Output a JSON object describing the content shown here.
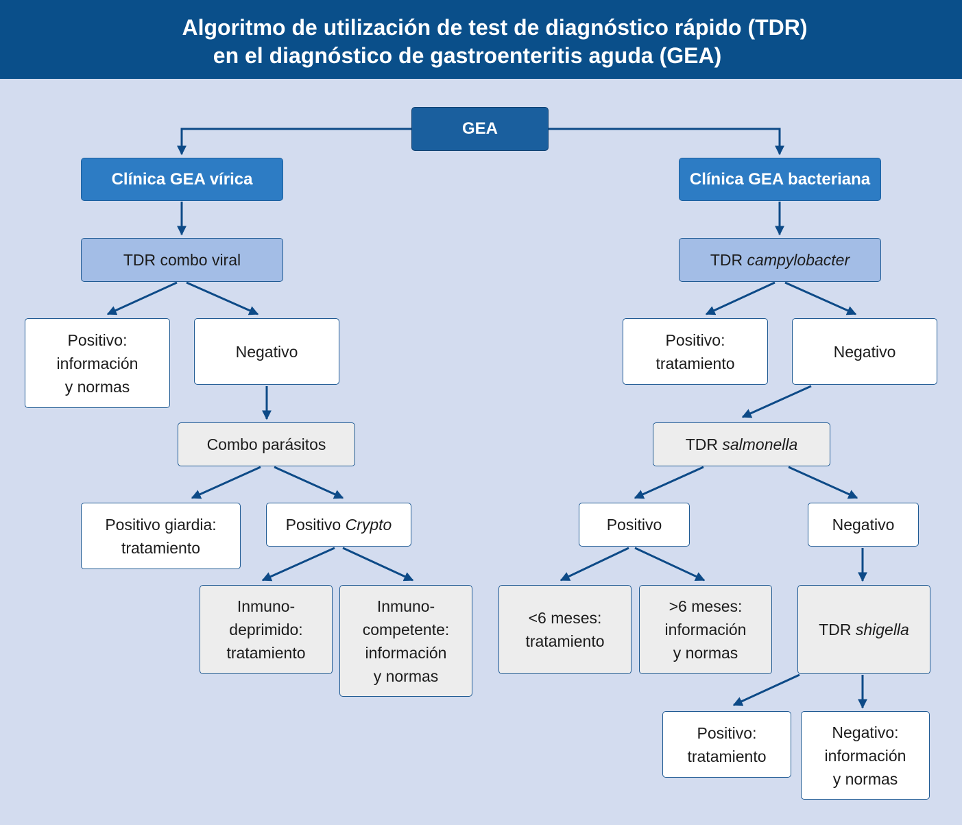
{
  "title": {
    "line1": "Algoritmo de utilización de test de diagnóstico rápido (TDR)",
    "line2": "en el diagnóstico de gastroenteritis aguda (GEA)"
  },
  "colors": {
    "header_bg": "#0a4f8a",
    "panel_bg": "#d3dcef",
    "arrow": "#0d4a87"
  },
  "nodes": {
    "gea": {
      "label": "GEA"
    },
    "clinica_virica": {
      "label": "Clínica GEA vírica"
    },
    "clinica_bacteriana": {
      "label": "Clínica GEA bacteriana"
    },
    "tdr_combo_viral": {
      "label": "TDR combo viral"
    },
    "viral_positivo": {
      "lines": [
        "Positivo:",
        "información",
        "y normas"
      ]
    },
    "viral_negativo": {
      "label": "Negativo"
    },
    "combo_parasitos": {
      "label": "Combo parásitos"
    },
    "positivo_giardia": {
      "lines": [
        "Positivo giardia:",
        "tratamiento"
      ]
    },
    "positivo_crypto": {
      "prefix": "Positivo",
      "italic": "Crypto"
    },
    "inmunodeprimido": {
      "lines": [
        "Inmuno-",
        "deprimido:",
        "tratamiento"
      ]
    },
    "inmunocompetente": {
      "lines": [
        "Inmuno-",
        "competente:",
        "información",
        "y normas"
      ]
    },
    "tdr_campylobacter": {
      "prefix": "TDR",
      "italic": "campylobacter"
    },
    "campy_positivo": {
      "lines": [
        "Positivo:",
        "tratamiento"
      ]
    },
    "campy_negativo": {
      "label": "Negativo"
    },
    "tdr_salmonella": {
      "prefix": "TDR",
      "italic": "salmonella"
    },
    "salmonella_positivo": {
      "label": "Positivo"
    },
    "salmonella_negativo": {
      "label": "Negativo"
    },
    "menos_6_meses": {
      "lines": [
        "<6 meses:",
        "tratamiento"
      ]
    },
    "mas_6_meses": {
      "lines": [
        ">6 meses:",
        "información",
        "y normas"
      ]
    },
    "tdr_shigella": {
      "prefix": "TDR",
      "italic": "shigella"
    },
    "shigella_positivo": {
      "lines": [
        "Positivo:",
        "tratamiento"
      ]
    },
    "shigella_negativo": {
      "lines": [
        "Negativo:",
        "información",
        "y normas"
      ]
    }
  }
}
